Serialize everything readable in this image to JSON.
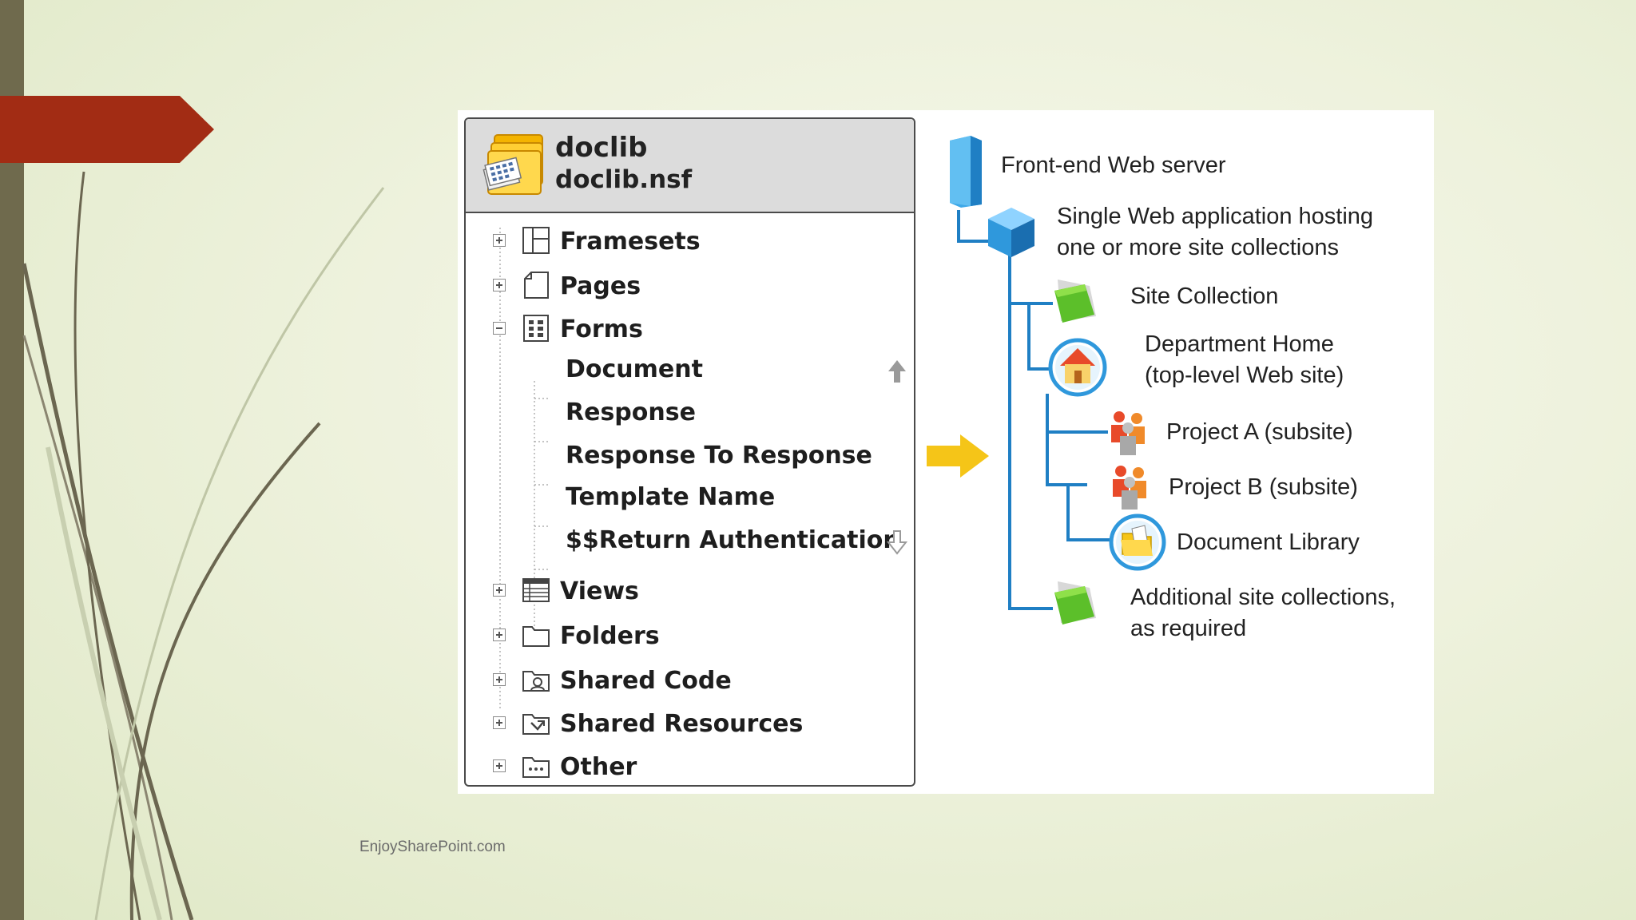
{
  "slide": {
    "footer": "EnjoySharePoint.com",
    "accent_color": "#a22c14",
    "sidebar_color": "#6f6a4d"
  },
  "tree": {
    "db_title": "doclib",
    "db_file": "doclib.nsf",
    "db_icon": "database-icon",
    "nodes": [
      {
        "label": "Framesets",
        "icon": "frameset-icon",
        "state": "collapsed"
      },
      {
        "label": "Pages",
        "icon": "page-icon",
        "state": "collapsed"
      },
      {
        "label": "Forms",
        "icon": "form-icon",
        "state": "expanded"
      },
      {
        "label": "Views",
        "icon": "view-icon",
        "state": "collapsed"
      },
      {
        "label": "Folders",
        "icon": "folder-icon",
        "state": "collapsed"
      },
      {
        "label": "Shared Code",
        "icon": "shared-code-icon",
        "state": "collapsed"
      },
      {
        "label": "Shared Resources",
        "icon": "shared-resources-icon",
        "state": "collapsed"
      },
      {
        "label": "Other",
        "icon": "other-icon",
        "state": "collapsed"
      }
    ],
    "form_children": [
      "Document",
      "Response",
      "Response To Response",
      "Template Name",
      "$$Return AuthenticationFa"
    ]
  },
  "arrow_icon": "right-arrow-icon",
  "diagram": {
    "server": "Front-end Web server",
    "webapp_line1": "Single Web application hosting",
    "webapp_line2": "one or more site collections",
    "site_collection": "Site Collection",
    "dept_line1": "Department Home",
    "dept_line2": "(top-level Web site)",
    "project_a": "Project A (subsite)",
    "project_b": "Project B (subsite)",
    "doc_library": "Document Library",
    "additional_line1": "Additional site collections,",
    "additional_line2": "as required",
    "line_color": "#1f7fc4"
  }
}
